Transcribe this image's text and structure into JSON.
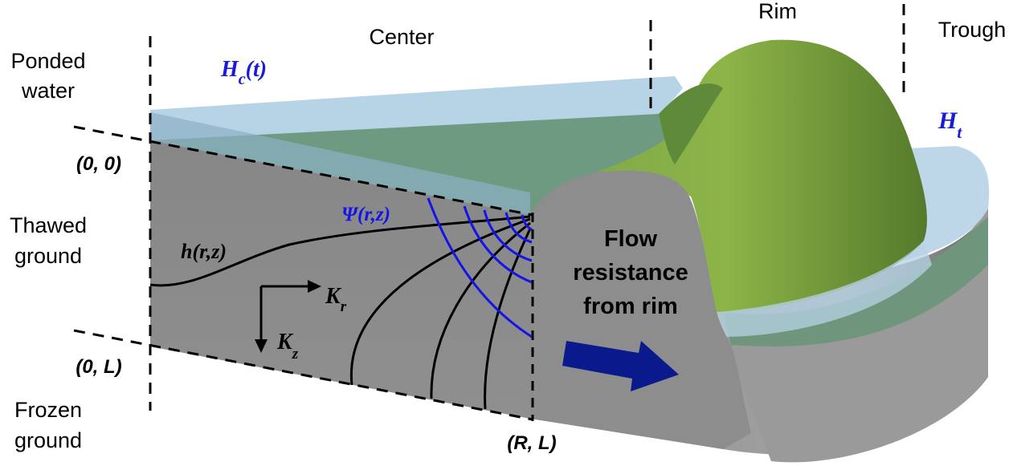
{
  "regions": {
    "center": "Center",
    "rim": "Rim",
    "trough": "Trough"
  },
  "layers": {
    "ponded_water_line1": "Ponded",
    "ponded_water_line2": "water",
    "thawed_ground_line1": "Thawed",
    "thawed_ground_line2": "ground",
    "frozen_ground_line1": "Frozen",
    "frozen_ground_line2": "ground"
  },
  "coordinates": {
    "origin": "(0, 0)",
    "bottom_left": "(0, L)",
    "bottom_right": "(R, L)"
  },
  "symbols": {
    "hc_main": "H",
    "hc_sub": "c",
    "hc_arg": "(t)",
    "ht_main": "H",
    "ht_sub": "t",
    "psi": "Ψ(r,z)",
    "h_field": "h(r,z)",
    "kr_main": "K",
    "kr_sub": "r",
    "kz_main": "K",
    "kz_sub": "z"
  },
  "flow_label": {
    "line1": "Flow",
    "line2": "resistance",
    "line3": "from rim"
  },
  "colors": {
    "water": "#b7d3e6",
    "ground_gray": "#8c8c8c",
    "vegetation": "#6f9a3e",
    "vegetation_light": "#8fb34a",
    "psi_blue": "#1414e6",
    "arrow_navy": "#0a1a8c",
    "label_blue": "#1a1ad9"
  }
}
